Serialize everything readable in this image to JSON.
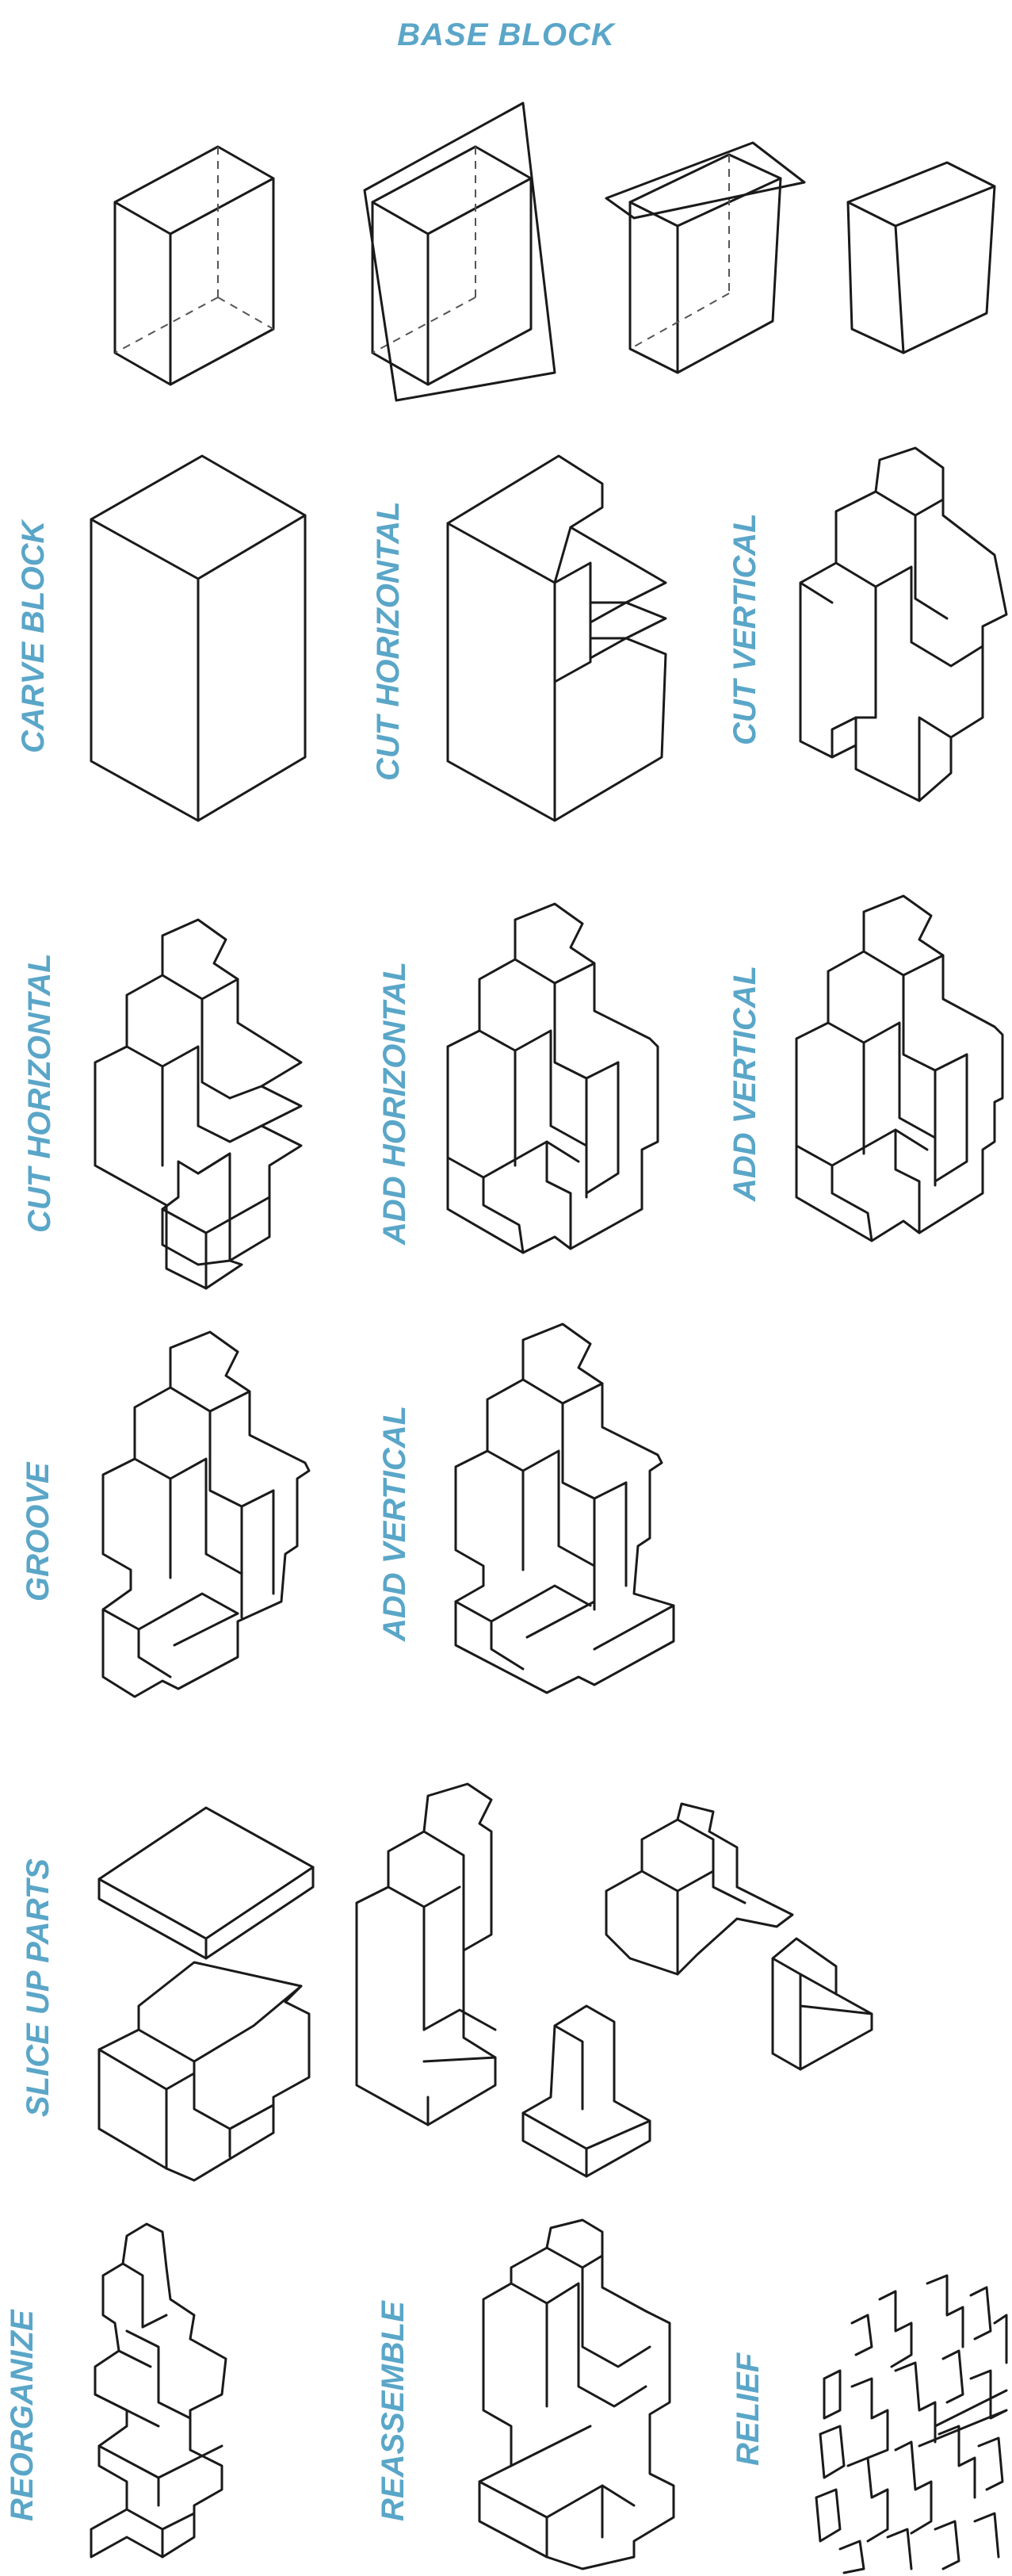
{
  "title": "BASE BLOCK",
  "steps": [
    "CARVE BLOCK",
    "CUT HORIZONTAL",
    "CUT VERTICAL",
    "CUT HORIZONTAL",
    "ADD HORIZONTAL",
    "ADD VERTICAL",
    "GROOVE",
    "ADD VERTICAL",
    "SLICE UP PARTS",
    "REORGANIZE",
    "REASSEMBLE",
    "RELIEF"
  ],
  "colors": {
    "label": "#5aa6c8",
    "line": "#1a1a1a"
  }
}
